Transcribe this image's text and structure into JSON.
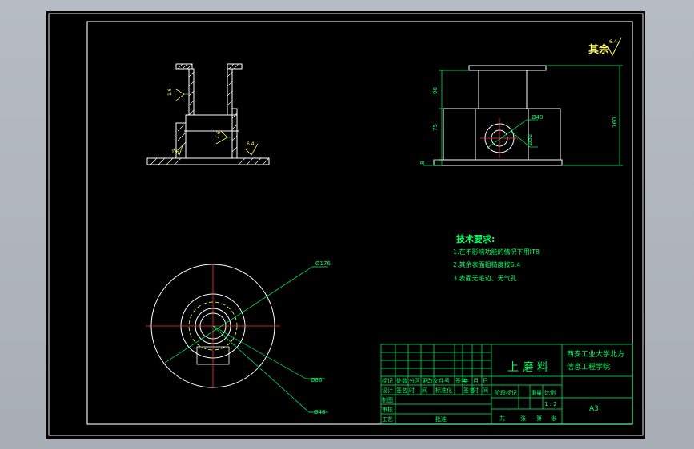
{
  "drawing": {
    "roughness_note": "其余",
    "roughness_value": "6.4",
    "side_view": {
      "roughness_left": "1.6",
      "roughness_mid": "1.6",
      "roughness_base": "1.6",
      "roughness_flange": "6.4"
    },
    "front_view": {
      "dim_upper": "90",
      "dim_lower": "75",
      "dim_base": "8",
      "dim_total": "160",
      "dim_hole": "Ø40",
      "dim_bolt": "Ø52"
    },
    "top_view": {
      "dim_outer": "Ø176",
      "dim_mid": "Ø86",
      "dim_inner": "Ø48"
    },
    "tech_requirements": {
      "title": "技术要求:",
      "items": [
        "1.在不影响功能的情况下用IT8",
        "2.其余表面粗糙度按6.4",
        "3.表面无毛边、无气孔"
      ]
    },
    "title_block": {
      "part_name": "上 磨 料",
      "unit_line1": "西安工业大学北方",
      "unit_line2": "信息工程学院",
      "row_headers": [
        "标记",
        "处数",
        "分区",
        "更改文件号",
        "签名",
        "年",
        "月",
        "日"
      ],
      "row_headers2": [
        "设计",
        "签名",
        "时",
        "间",
        "标准化",
        "签名",
        "时",
        "间"
      ],
      "left_labels": [
        "制图",
        "审核",
        "工艺"
      ],
      "mid_labels": [
        "批准"
      ],
      "stage_labels": [
        "阶段标记",
        "重量",
        "比例"
      ],
      "scale": "1 : 2",
      "sheet_size": "A3",
      "sheets": [
        "共",
        "张",
        "第",
        "张"
      ]
    }
  }
}
